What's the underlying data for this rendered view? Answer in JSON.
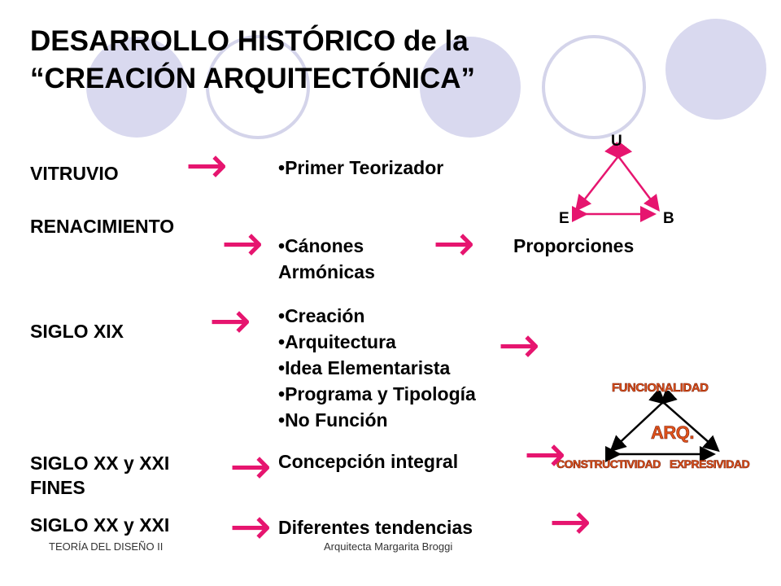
{
  "title_lines": [
    "DESARROLLO HISTÓRICO de la",
    "“CREACIÓN ARQUITECTÓNICA”"
  ],
  "rows": {
    "vitruvio": {
      "label": "VITRUVIO",
      "items": [
        "Primer Teorizador"
      ]
    },
    "renacimiento": {
      "label": "RENACIMIENTO",
      "items": [
        "Cánones",
        "Armónicas"
      ],
      "result": "Proporciones"
    },
    "siglo_xix": {
      "label": "SIGLO XIX",
      "items": [
        "Creación",
        "Arquitectura",
        "Idea Elementarista",
        "Programa y Tipología",
        "No Función"
      ]
    },
    "siglo_xx_fines": {
      "label_line1": "SIGLO XX y XXI",
      "label_line2": "FINES",
      "item": "Concepción integral"
    },
    "siglo_xx": {
      "label": "SIGLO XX y XXI",
      "item": "Diferentes tendencias"
    }
  },
  "triangle_ueb": {
    "top": "U",
    "left": "E",
    "right": "B"
  },
  "triangle_arq": {
    "top": "FUNCIONALIDAD",
    "center": "ARQ.",
    "left": "CONSTRUCTIVIDAD",
    "right": "EXPRESIVIDAD"
  },
  "footer": {
    "left": "TEORÍA DEL DISEÑO II",
    "right": "Arquitecta Margarita Broggi"
  },
  "arrow_glyph": "→",
  "bullet_glyph": "•",
  "colors": {
    "arrow": "#e6156f",
    "circle_fill": "#d9d9ef",
    "circle_stroke": "#d4d4ea",
    "orange_text": "#e0531b"
  }
}
